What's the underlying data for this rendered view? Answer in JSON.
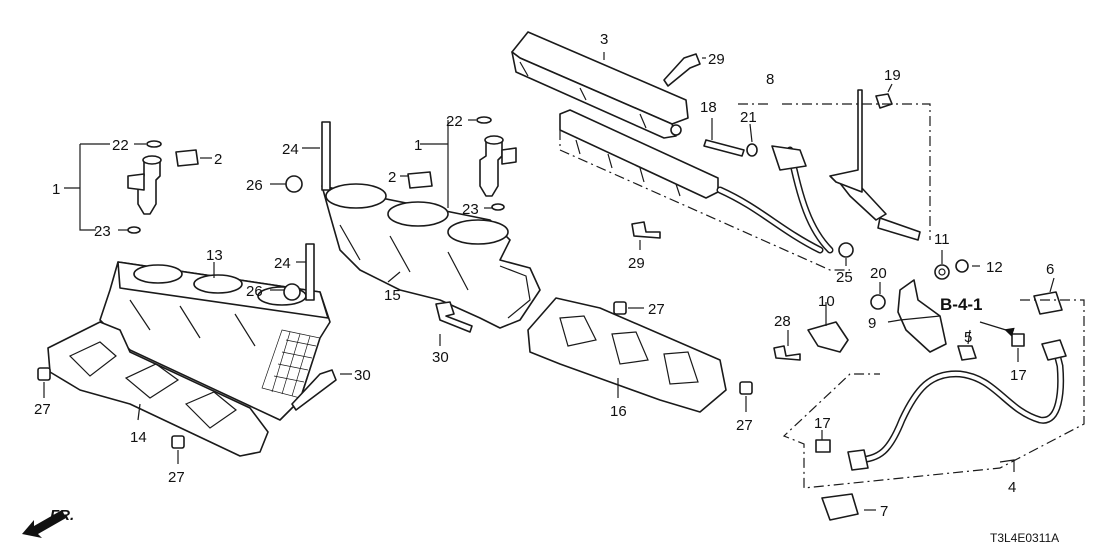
{
  "diagram_code": "T3L4E0311A",
  "direction_label": "FR.",
  "reference_label": "B-4-1",
  "callouts": {
    "c1a": "1",
    "c1b": "1",
    "c2a": "2",
    "c2b": "2",
    "c3": "3",
    "c4": "4",
    "c5": "5",
    "c6": "6",
    "c7": "7",
    "c8": "8",
    "c9": "9",
    "c10": "10",
    "c11": "11",
    "c12": "12",
    "c13": "13",
    "c14": "14",
    "c15": "15",
    "c16": "16",
    "c17a": "17",
    "c17b": "17",
    "c18": "18",
    "c19": "19",
    "c20": "20",
    "c21": "21",
    "c22a": "22",
    "c22b": "22",
    "c23a": "23",
    "c23b": "23",
    "c24a": "24",
    "c24b": "24",
    "c25": "25",
    "c26a": "26",
    "c26b": "26",
    "c27a": "27",
    "c27b": "27",
    "c27c": "27",
    "c27d": "27",
    "c28": "28",
    "c29a": "29",
    "c29b": "29",
    "c30a": "30",
    "c30b": "30"
  }
}
